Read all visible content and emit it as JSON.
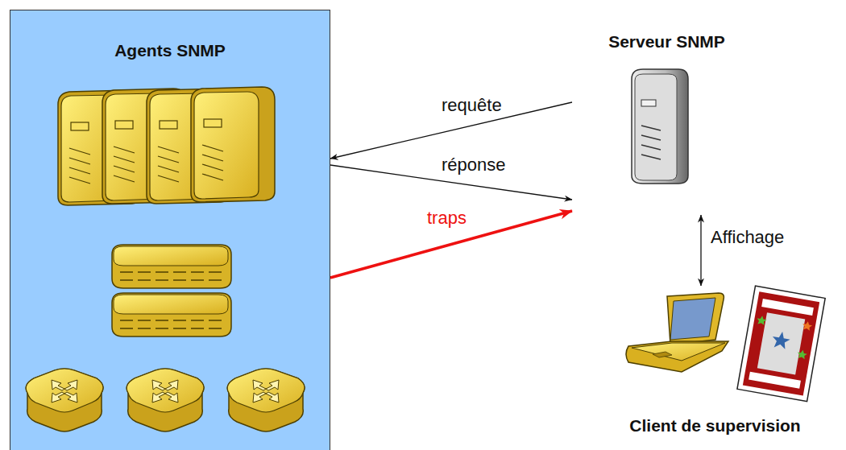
{
  "diagram": {
    "nodes": [
      {
        "text": [
          "Agents SNMP"
        ]
      },
      {
        "text": [
          "Serveur SNMP"
        ]
      },
      {
        "text": [
          "Client de supervision"
        ]
      }
    ],
    "edges": [
      {
        "from": 1,
        "to": 0,
        "arrow": "to",
        "label": "requête"
      },
      {
        "from": 0,
        "to": 1,
        "arrow": "to",
        "label": "réponse"
      },
      {
        "from": 0,
        "to": 1,
        "arrow": "to",
        "label": "traps"
      },
      {
        "from": 1,
        "to": 2,
        "arrow": "both",
        "label": "Affichage"
      }
    ]
  }
}
